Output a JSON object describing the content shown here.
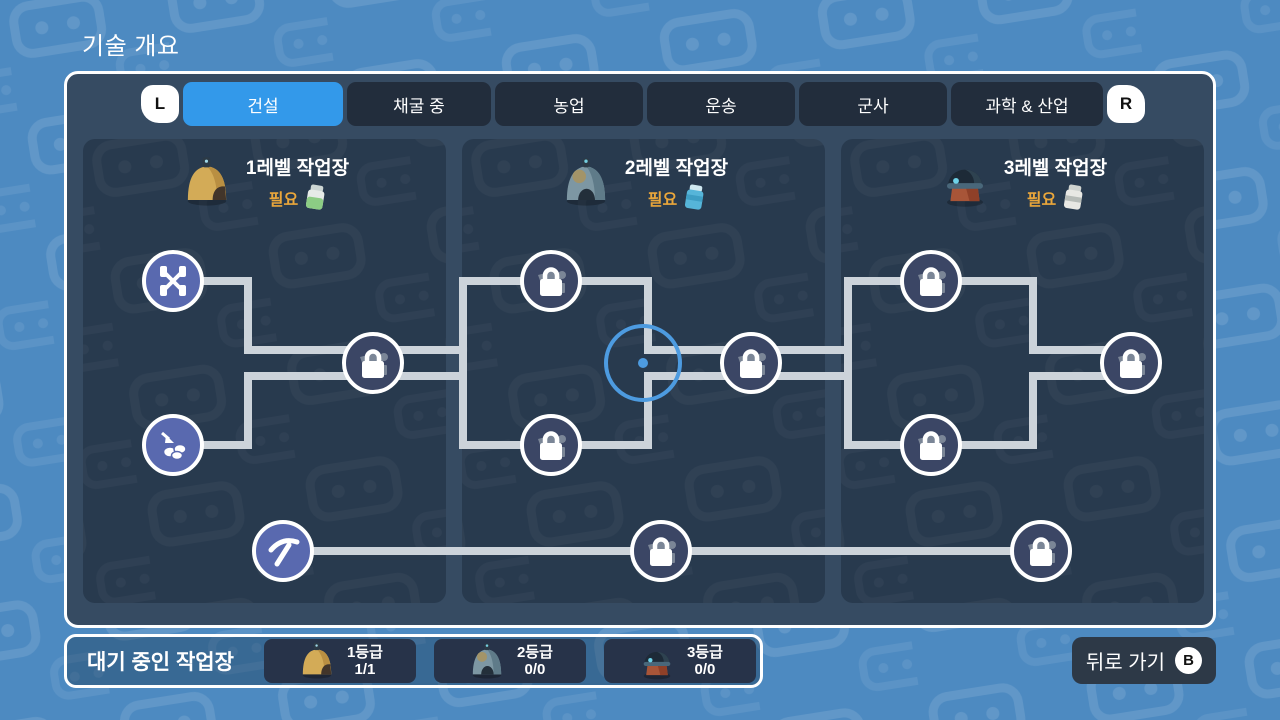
{
  "page_title": "기술 개요",
  "tabs": {
    "shoulder_left": "L",
    "shoulder_right": "R",
    "items": [
      {
        "label": "건설",
        "active": true
      },
      {
        "label": "채굴 중",
        "active": false
      },
      {
        "label": "농업",
        "active": false
      },
      {
        "label": "운송",
        "active": false
      },
      {
        "label": "군사",
        "active": false
      },
      {
        "label": "과학 & 산업",
        "active": false
      }
    ]
  },
  "columns": [
    {
      "title": "1레벨 작업장",
      "requires_label": "필요",
      "workshop_icon": "tier1-workshop-icon",
      "requirement_icon": "green-canister-icon"
    },
    {
      "title": "2레벨 작업장",
      "requires_label": "필요",
      "workshop_icon": "tier2-workshop-icon",
      "requirement_icon": "blue-canister-icon"
    },
    {
      "title": "3레벨 작업장",
      "requires_label": "필요",
      "workshop_icon": "tier3-workshop-icon",
      "requirement_icon": "grey-canister-icon"
    }
  ],
  "tech_tree": {
    "unlocked_nodes": [
      {
        "id": "crossroads",
        "icon": "crossroads-icon",
        "column": 1
      },
      {
        "id": "gather-stones",
        "icon": "gather-stones-icon",
        "column": 1
      },
      {
        "id": "pickaxe",
        "icon": "pickaxe-icon",
        "column": 1
      }
    ],
    "locked_node_count": 9,
    "cursor": "selection-ring"
  },
  "footer": {
    "queue_label": "대기 중인 작업장",
    "tiers": [
      {
        "label": "1등급",
        "count": "1/1",
        "icon": "tier1-workshop-icon"
      },
      {
        "label": "2등급",
        "count": "0/0",
        "icon": "tier2-workshop-icon"
      },
      {
        "label": "3등급",
        "count": "0/0",
        "icon": "tier3-workshop-icon"
      }
    ],
    "back_button": {
      "label": "뒤로 가기",
      "key": "B"
    }
  },
  "colors": {
    "background": "#4d8ac1",
    "panel": "#364b62",
    "column": "#283a4e",
    "tab_inactive": "#222d3c",
    "tab_active": "#3399ea",
    "node_unlocked": "#5969af",
    "node_locked": "#3b4665",
    "connector": "#ccd3da",
    "cursor_ring": "#4d9be0",
    "requires_text": "#e9a63b"
  }
}
